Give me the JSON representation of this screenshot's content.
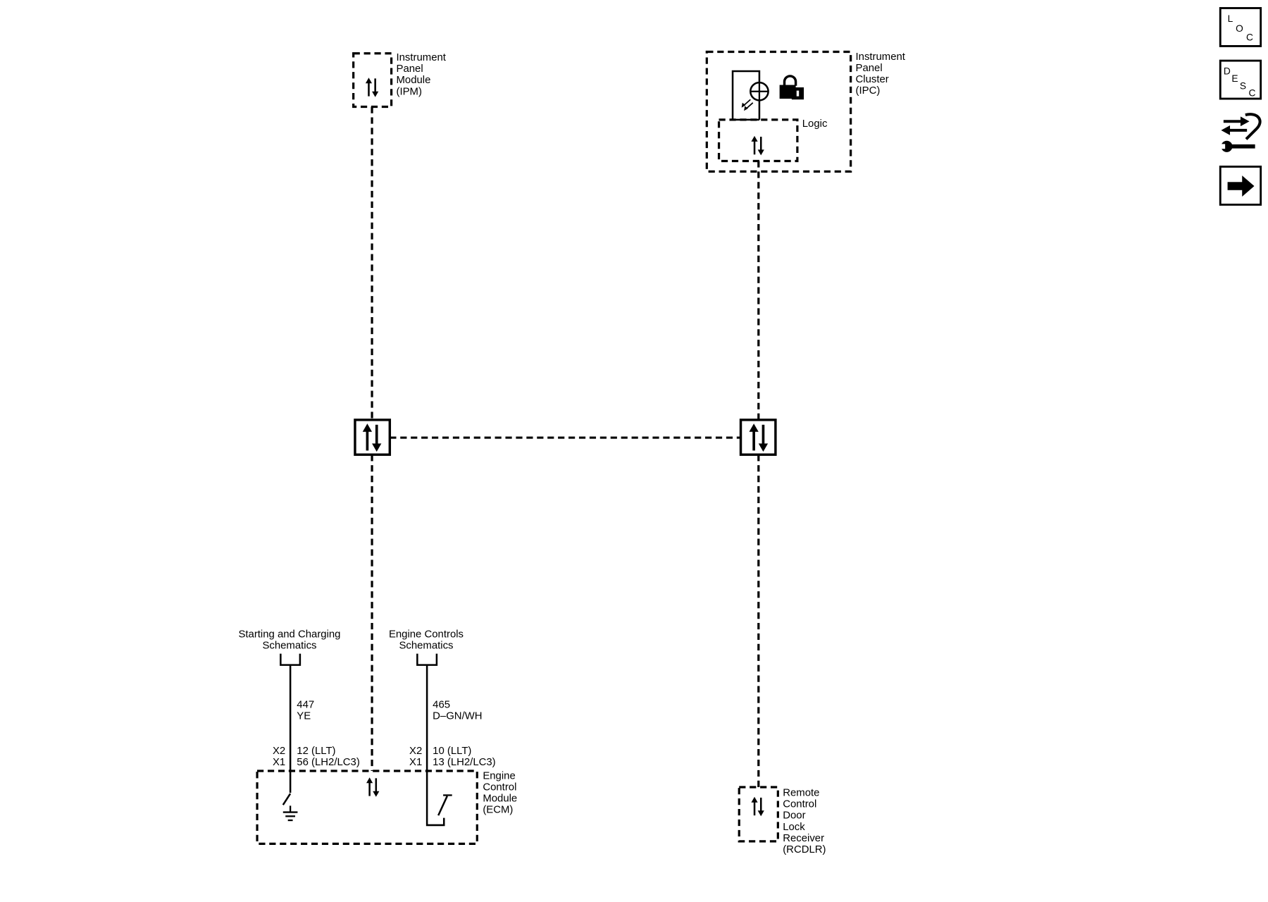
{
  "nav": {
    "loc": [
      "L",
      "O",
      "C"
    ],
    "desc": [
      "D",
      "E",
      "S",
      "C"
    ],
    "icons": [
      "loc-icon",
      "desc-icon",
      "wrench-route-icon",
      "next-arrow-icon"
    ]
  },
  "components": {
    "ipm": {
      "label": [
        "Instrument",
        "Panel",
        "Module",
        "(IPM)"
      ]
    },
    "ipc": {
      "label": [
        "Instrument",
        "Panel",
        "Cluster",
        "(IPC)"
      ],
      "logic": "Logic"
    },
    "ecm": {
      "label": [
        "Engine",
        "Control",
        "Module",
        "(ECM)"
      ]
    },
    "rcdlr": {
      "label": [
        "Remote",
        "Control",
        "Door",
        "Lock",
        "Receiver",
        "(RCDLR)"
      ]
    }
  },
  "references": {
    "starting_charging": [
      "Starting and Charging",
      "Schematics"
    ],
    "engine_controls": [
      "Engine Controls",
      "Schematics"
    ]
  },
  "circuits": [
    {
      "number": "447",
      "color": "YE",
      "pins": [
        {
          "connector": "X2",
          "pin": "12 (LLT)"
        },
        {
          "connector": "X1",
          "pin": "56 (LH2/LC3)"
        }
      ]
    },
    {
      "number": "465",
      "color": "D–GN/WH",
      "pins": [
        {
          "connector": "X2",
          "pin": "10 (LLT)"
        },
        {
          "connector": "X1",
          "pin": "13 (LH2/LC3)"
        }
      ]
    }
  ],
  "icons": {
    "serial_data": "bidirectional-arrow-icon",
    "indicator": "lamp-icon",
    "lock": "lock-icon",
    "switch": "switch-icon",
    "ground": "ground-icon"
  },
  "colors": {
    "line": "#000000",
    "background": "#ffffff"
  }
}
